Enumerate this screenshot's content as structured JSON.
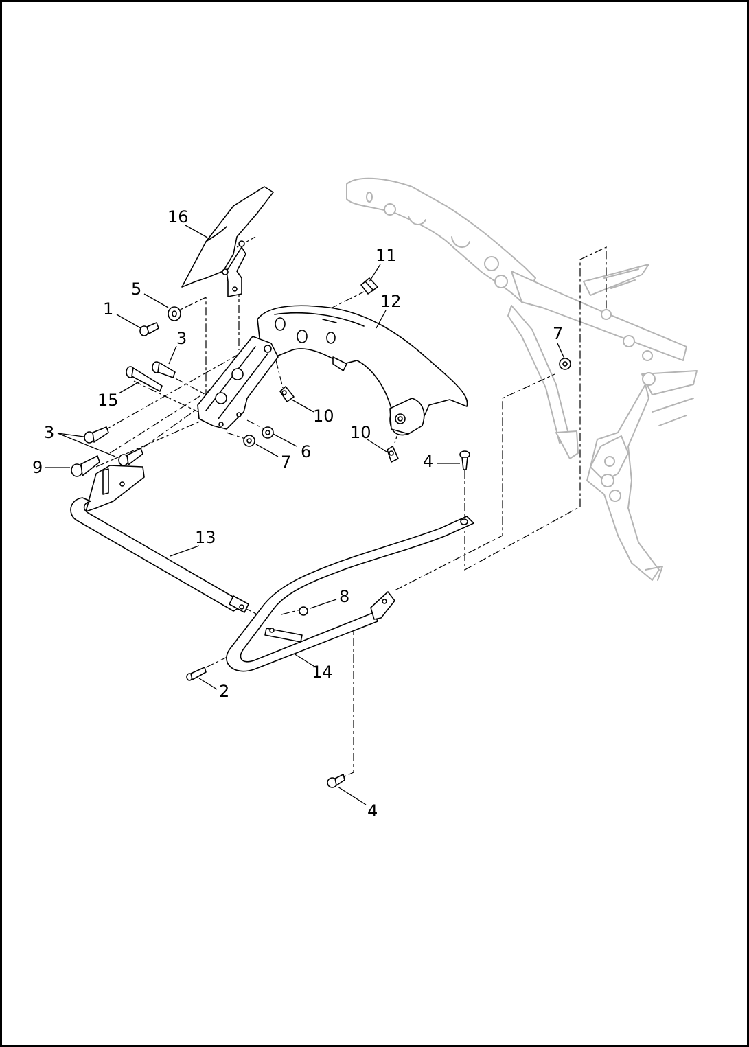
{
  "callouts": [
    {
      "id": "c1",
      "text": "1"
    },
    {
      "id": "c2",
      "text": "2"
    },
    {
      "id": "c3a",
      "text": "3"
    },
    {
      "id": "c3b",
      "text": "3"
    },
    {
      "id": "c4a",
      "text": "4"
    },
    {
      "id": "c4b",
      "text": "4"
    },
    {
      "id": "c5",
      "text": "5"
    },
    {
      "id": "c6",
      "text": "6"
    },
    {
      "id": "c7a",
      "text": "7"
    },
    {
      "id": "c7b",
      "text": "7"
    },
    {
      "id": "c8",
      "text": "8"
    },
    {
      "id": "c9",
      "text": "9"
    },
    {
      "id": "c10a",
      "text": "10"
    },
    {
      "id": "c10b",
      "text": "10"
    },
    {
      "id": "c11",
      "text": "11"
    },
    {
      "id": "c12",
      "text": "12"
    },
    {
      "id": "c13",
      "text": "13"
    },
    {
      "id": "c14",
      "text": "14"
    },
    {
      "id": "c15",
      "text": "15"
    },
    {
      "id": "c16",
      "text": "16"
    }
  ],
  "colors": {
    "ink": "#000000",
    "frame_gray": "#b4b4b4",
    "background": "#ffffff"
  }
}
